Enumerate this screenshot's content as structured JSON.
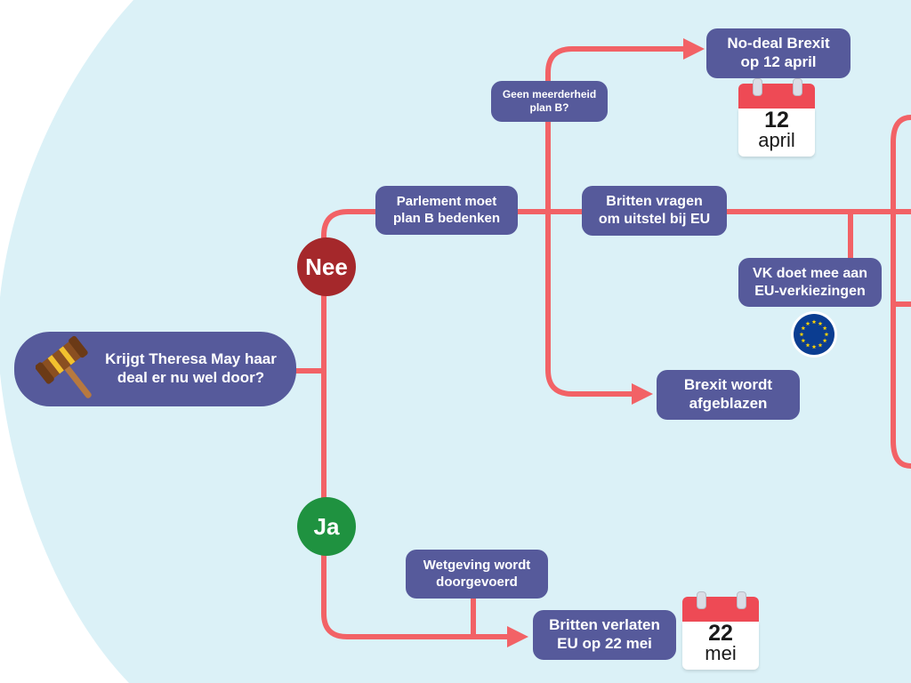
{
  "colors": {
    "background": "#dbf1f7",
    "line": "#f26266",
    "node_fill": "#565a9b",
    "node_text": "#ffffff",
    "nee": "#a5282b",
    "ja": "#1f9240",
    "calendar_top": "#ee4a55",
    "eu_blue": "#0b3d91",
    "eu_star": "#ffd200"
  },
  "start": {
    "label": "Krijgt Theresa May haar\ndeal er nu wel door?",
    "icon": "gavel-icon"
  },
  "decisions": {
    "nee": "Nee",
    "ja": "Ja"
  },
  "nodes": {
    "plan_b": "Parlement moet\nplan B bedenken",
    "geen_meerderheid": "Geen meerderheid\nplan B?",
    "no_deal": "No-deal Brexit\nop 12 april",
    "uitstel": "Britten vragen\nom uitstel bij EU",
    "eu_verkiezingen": "VK doet mee aan\nEU-verkiezingen",
    "afgeblazen": "Brexit wordt\nafgeblazen",
    "wetgeving": "Wetgeving wordt\ndoorgevoerd",
    "verlaten": "Britten verlaten\nEU op 22 mei"
  },
  "calendars": {
    "april": {
      "day": "12",
      "month": "april"
    },
    "mei": {
      "day": "22",
      "month": "mei"
    }
  },
  "icons": {
    "eu_flag": "eu-flag-icon"
  }
}
